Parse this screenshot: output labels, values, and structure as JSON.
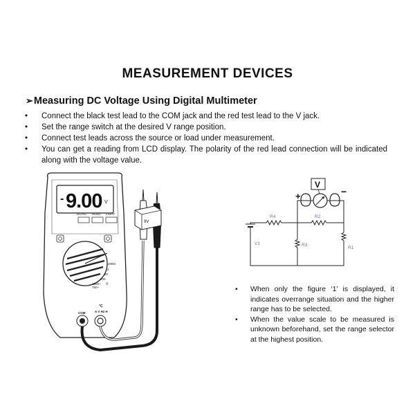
{
  "slide": {
    "title": "MEASUREMENT DEVICES",
    "subtitle_arrow": "➢",
    "subtitle": "Measuring DC Voltage Using Digital Multimeter",
    "bullets": [
      "Connect the black test lead to the COM jack and the red test lead to the V jack.",
      "Set the range switch at the desired V range position.",
      "Connect test leads across the source or load under measurement.",
      "You can get a reading from LCD display. The polarity of the red lead connection will be indicated along with the voltage value."
    ],
    "notes": [
      "When only the figure ‘1’ is displayed, it indicates overrange situation and the higher range has to be selected.",
      "When the value scale to be measured is unknown beforehand, set the range selector at the highest position."
    ]
  },
  "multimeter": {
    "display_sign": "-",
    "display_value": "9.00",
    "display_unit": "V",
    "buttons": [
      "DC/AC",
      "HOLD",
      "LIGHT"
    ],
    "range_labels": [
      "200m",
      "2",
      "20",
      "200",
      "1000~",
      "750~"
    ],
    "range_symbol": "V",
    "jack_com": "COM",
    "jack_v_label": "A V Hz H",
    "jack_temp": "°C",
    "battery_label": "9V"
  },
  "circuit": {
    "meter_symbol": "V",
    "plus": "+",
    "minus": "−",
    "components": [
      "R4",
      "R2",
      "V1",
      "R3",
      "R1"
    ]
  },
  "colors": {
    "text": "#111111",
    "meter_body": "#ffffff",
    "lead": "#1a1a1a",
    "circuit_label": "#6a6aa8"
  }
}
